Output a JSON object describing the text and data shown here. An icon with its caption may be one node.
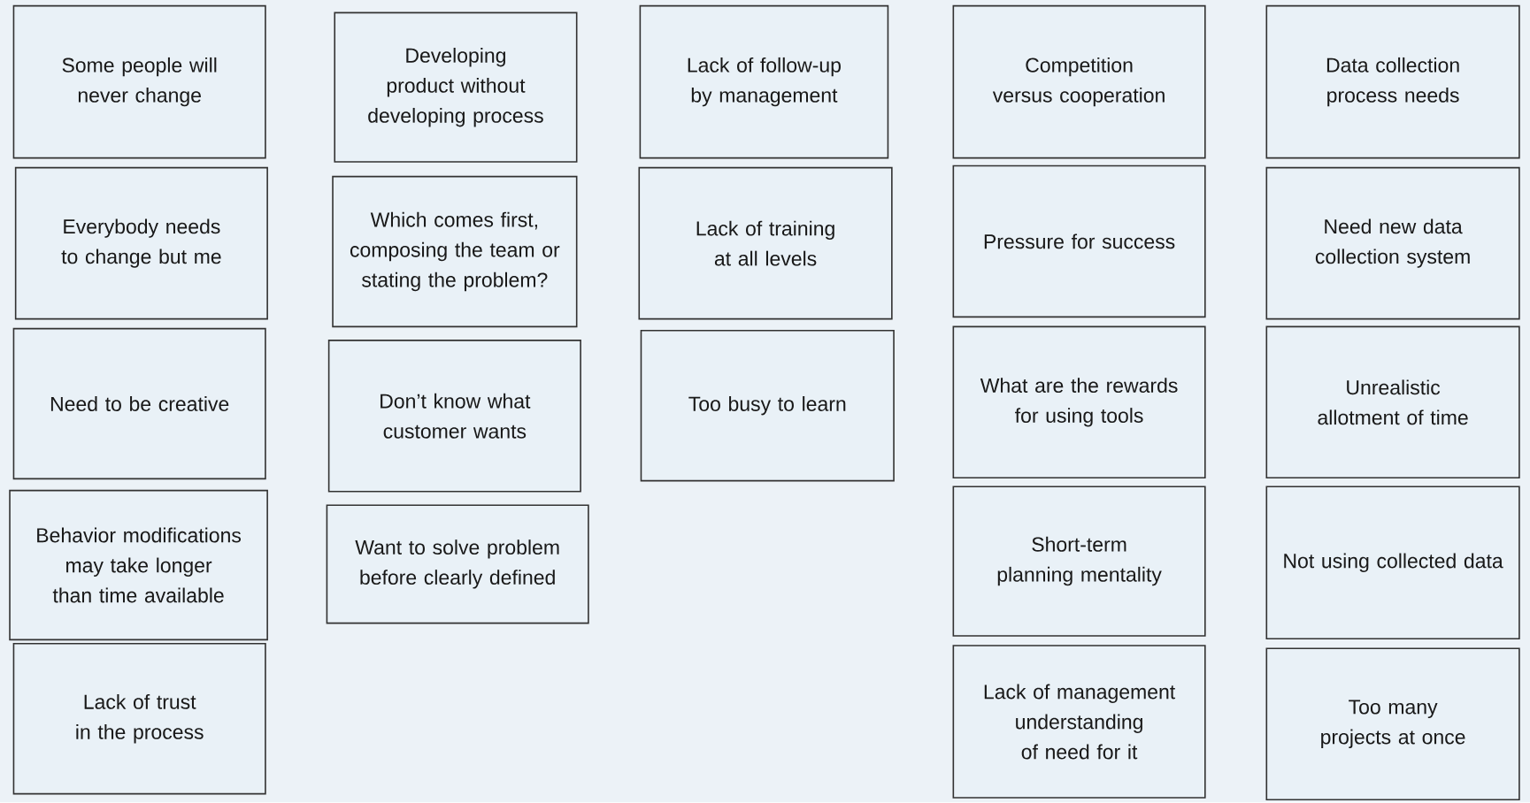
{
  "diagram": {
    "nodes": [
      {
        "text": [
          "Some people will never change"
        ]
      },
      {
        "text": [
          "Everybody needs to change but me"
        ]
      },
      {
        "text": [
          "Need to be creative"
        ]
      },
      {
        "text": [
          "Behavior modifications may take longer than time available"
        ]
      },
      {
        "text": [
          "Lack of trust in the process"
        ]
      },
      {
        "text": [
          "Developing product without developing process"
        ]
      },
      {
        "text": [
          "Which comes first, composing the team or stating the problem?"
        ]
      },
      {
        "text": [
          "Don’t know what customer wants"
        ]
      },
      {
        "text": [
          "Want to solve problem before clearly defined"
        ]
      },
      {
        "text": [
          "Lack of follow-up by management"
        ]
      },
      {
        "text": [
          "Lack of training at all levels"
        ]
      },
      {
        "text": [
          "Too busy to learn"
        ]
      },
      {
        "text": [
          "Competition versus cooperation"
        ]
      },
      {
        "text": [
          "Pressure for success"
        ]
      },
      {
        "text": [
          "What are the rewards for using tools"
        ]
      },
      {
        "text": [
          "Short-term planning mentality"
        ]
      },
      {
        "text": [
          "Lack of management understanding of need for it"
        ]
      },
      {
        "text": [
          "Data collection process needs"
        ]
      },
      {
        "text": [
          "Need new data collection system"
        ]
      },
      {
        "text": [
          "Unrealistic allotment of time"
        ]
      },
      {
        "text": [
          "Not using collected data"
        ]
      },
      {
        "text": [
          "Too many projects at once"
        ]
      }
    ]
  }
}
